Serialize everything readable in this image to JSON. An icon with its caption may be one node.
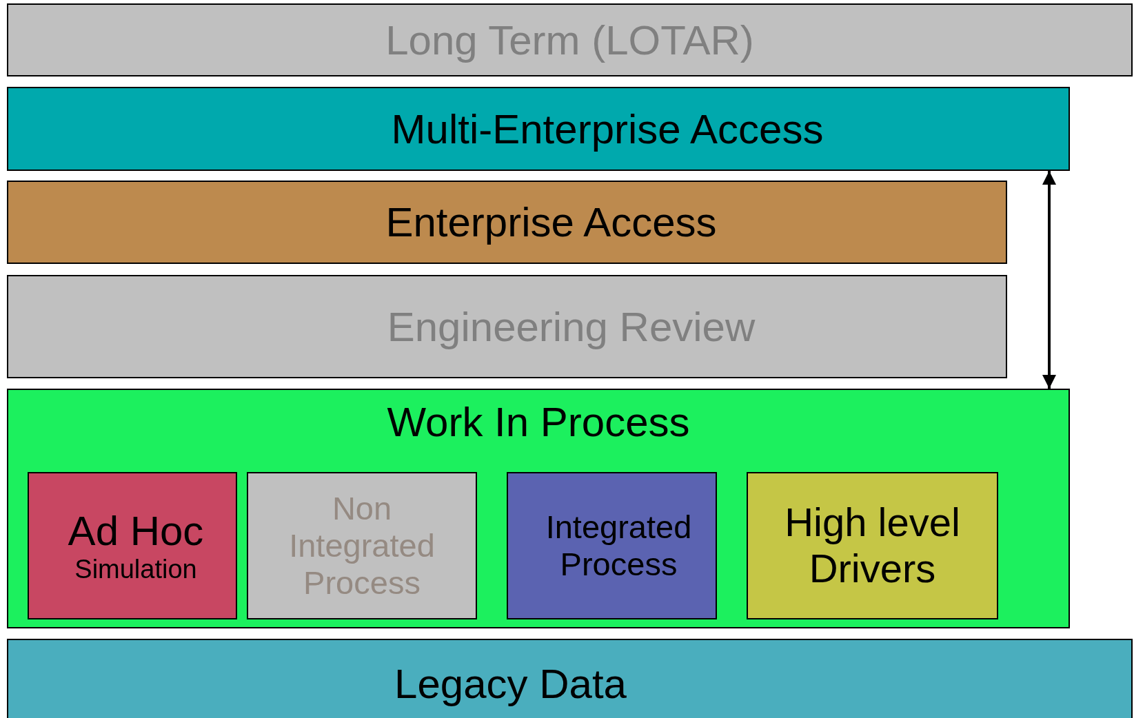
{
  "diagram": {
    "nodes": [
      {
        "text": [
          "Long Term (LOTAR)"
        ]
      },
      {
        "text": [
          "Multi-Enterprise Access"
        ]
      },
      {
        "text": [
          "Enterprise Access"
        ]
      },
      {
        "text": [
          "Engineering Review"
        ]
      },
      {
        "text": [
          "Work In Process"
        ]
      },
      {
        "text": [
          "Ad Hoc",
          "Simulation"
        ],
        "in": 4
      },
      {
        "text": [
          "Non Integrated Process"
        ],
        "in": 4
      },
      {
        "text": [
          "Integrated Process"
        ],
        "in": 4
      },
      {
        "text": [
          "High level Drivers"
        ],
        "in": 4
      },
      {
        "text": [
          "Legacy Data"
        ]
      }
    ],
    "edges": [
      {
        "from": 1,
        "to": 4,
        "arrow": "both"
      }
    ]
  }
}
